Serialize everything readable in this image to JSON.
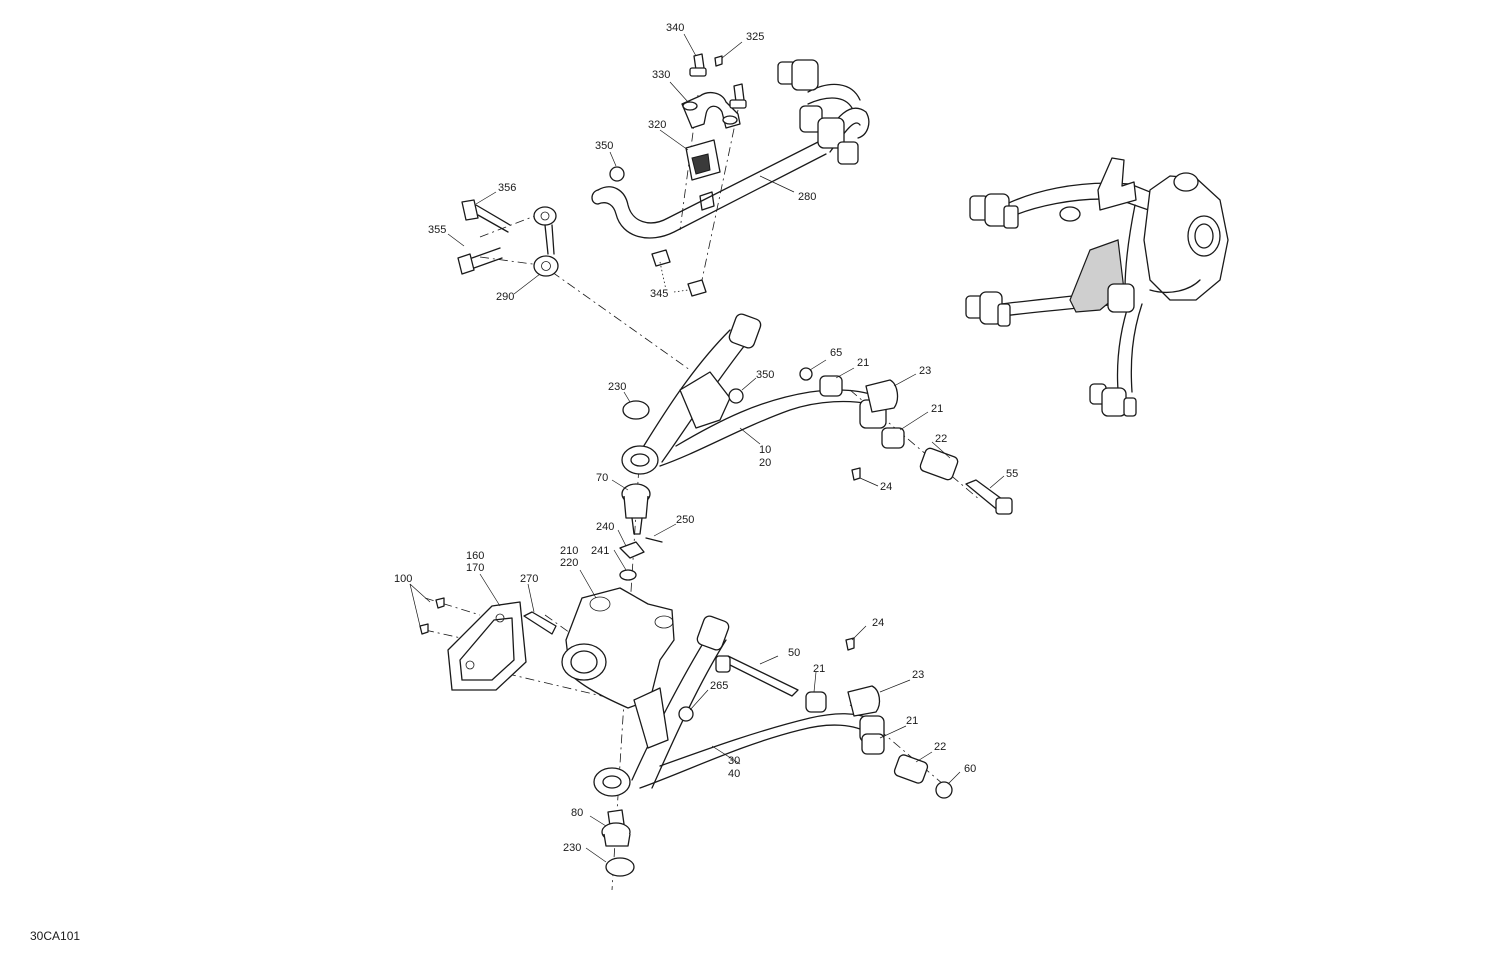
{
  "diagram": {
    "code": "30CA101",
    "callouts": {
      "p340": "340",
      "p325": "325",
      "p330": "330",
      "p320": "320",
      "p350a": "350",
      "p280": "280",
      "p356": "356",
      "p355": "355",
      "p290": "290",
      "p345": "345",
      "p65": "65",
      "p21a": "21",
      "p23a": "23",
      "p350b": "350",
      "p230a": "230",
      "p21b": "21",
      "p22a": "22",
      "p10": "10",
      "p20": "20",
      "p24a": "24",
      "p55": "55",
      "p70": "70",
      "p250": "250",
      "p240": "240",
      "p241": "241",
      "p210": "210",
      "p220": "220",
      "p160": "160",
      "p170": "170",
      "p100": "100",
      "p270": "270",
      "p24b": "24",
      "p50": "50",
      "p21c": "21",
      "p265": "265",
      "p23b": "23",
      "p21d": "21",
      "p22b": "22",
      "p30": "30",
      "p40": "40",
      "p60": "60",
      "p80": "80",
      "p230b": "230"
    }
  }
}
